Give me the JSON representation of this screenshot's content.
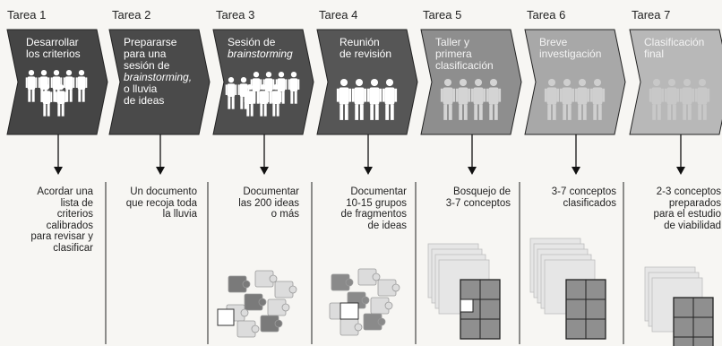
{
  "tasks": [
    {
      "tarea": "Tarea 1",
      "lines": [
        {
          "text": "Desarrollar"
        },
        {
          "text": "los criterios"
        }
      ],
      "output": [
        "Acordar una",
        "lista de",
        "criterios",
        "calibrados",
        "para revisar y",
        "clasificar"
      ]
    },
    {
      "tarea": "Tarea 2",
      "lines": [
        {
          "text": "Prepararse"
        },
        {
          "text": "para una"
        },
        {
          "text": "sesión de"
        },
        {
          "text": "brainstorming,",
          "italic": true
        },
        {
          "text": "o lluvia"
        },
        {
          "text": "de ideas"
        }
      ],
      "output": [
        "Un documento",
        "que recoja toda",
        "la lluvia"
      ]
    },
    {
      "tarea": "Tarea 3",
      "lines": [
        {
          "text": "Sesión de"
        },
        {
          "text": "brainstorming",
          "italic": true
        }
      ],
      "output": [
        "Documentar",
        "las 200 ideas",
        "o más"
      ]
    },
    {
      "tarea": "Tarea 4",
      "lines": [
        {
          "text": "Reunión"
        },
        {
          "text": "de revisión"
        }
      ],
      "output": [
        "Documentar",
        "10-15 grupos",
        "de fragmentos",
        "de ideas"
      ]
    },
    {
      "tarea": "Tarea 5",
      "lines": [
        {
          "text": "Taller y"
        },
        {
          "text": "primera"
        },
        {
          "text": "clasificación"
        }
      ],
      "output": [
        "Bosquejo de",
        "3-7 conceptos"
      ]
    },
    {
      "tarea": "Tarea 6",
      "lines": [
        {
          "text": "Breve"
        },
        {
          "text": "investigación"
        }
      ],
      "output": [
        "3-7 conceptos",
        "clasificados"
      ]
    },
    {
      "tarea": "Tarea 7",
      "lines": [
        {
          "text": "Clasificación"
        },
        {
          "text": "final"
        }
      ],
      "output": [
        "2-3 conceptos",
        "preparados",
        "para el estudio",
        "de viabilidad"
      ]
    }
  ]
}
